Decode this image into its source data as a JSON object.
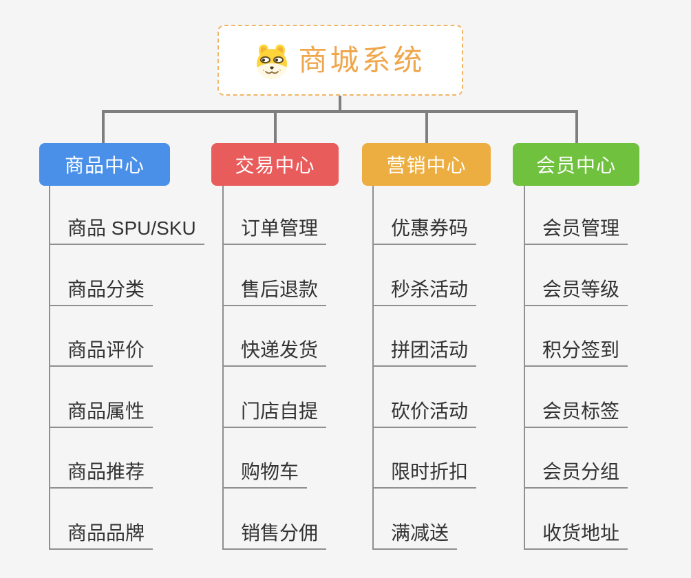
{
  "root": {
    "label": "商城系统",
    "icon": "doge-icon"
  },
  "colors": {
    "root_text": "#f0a64b",
    "root_border": "#f3b567",
    "connector": "#7f7f7f",
    "leaf_line": "#8f8f8f",
    "leaf_text": "#333333",
    "branch_product": "#4a90e8",
    "branch_trade": "#e95c5c",
    "branch_marketing": "#ecae41",
    "branch_member": "#6fc13e"
  },
  "branches": [
    {
      "label": "商品中心",
      "color": "#4a90e8",
      "children": [
        "商品 SPU/SKU",
        "商品分类",
        "商品评价",
        "商品属性",
        "商品推荐",
        "商品品牌"
      ]
    },
    {
      "label": "交易中心",
      "color": "#e95c5c",
      "children": [
        "订单管理",
        "售后退款",
        "快递发货",
        "门店自提",
        "购物车",
        "销售分佣"
      ]
    },
    {
      "label": "营销中心",
      "color": "#ecae41",
      "children": [
        "优惠券码",
        "秒杀活动",
        "拼团活动",
        "砍价活动",
        "限时折扣",
        "满减送"
      ]
    },
    {
      "label": "会员中心",
      "color": "#6fc13e",
      "children": [
        "会员管理",
        "会员等级",
        "积分签到",
        "会员标签",
        "会员分组",
        "收货地址"
      ]
    }
  ]
}
